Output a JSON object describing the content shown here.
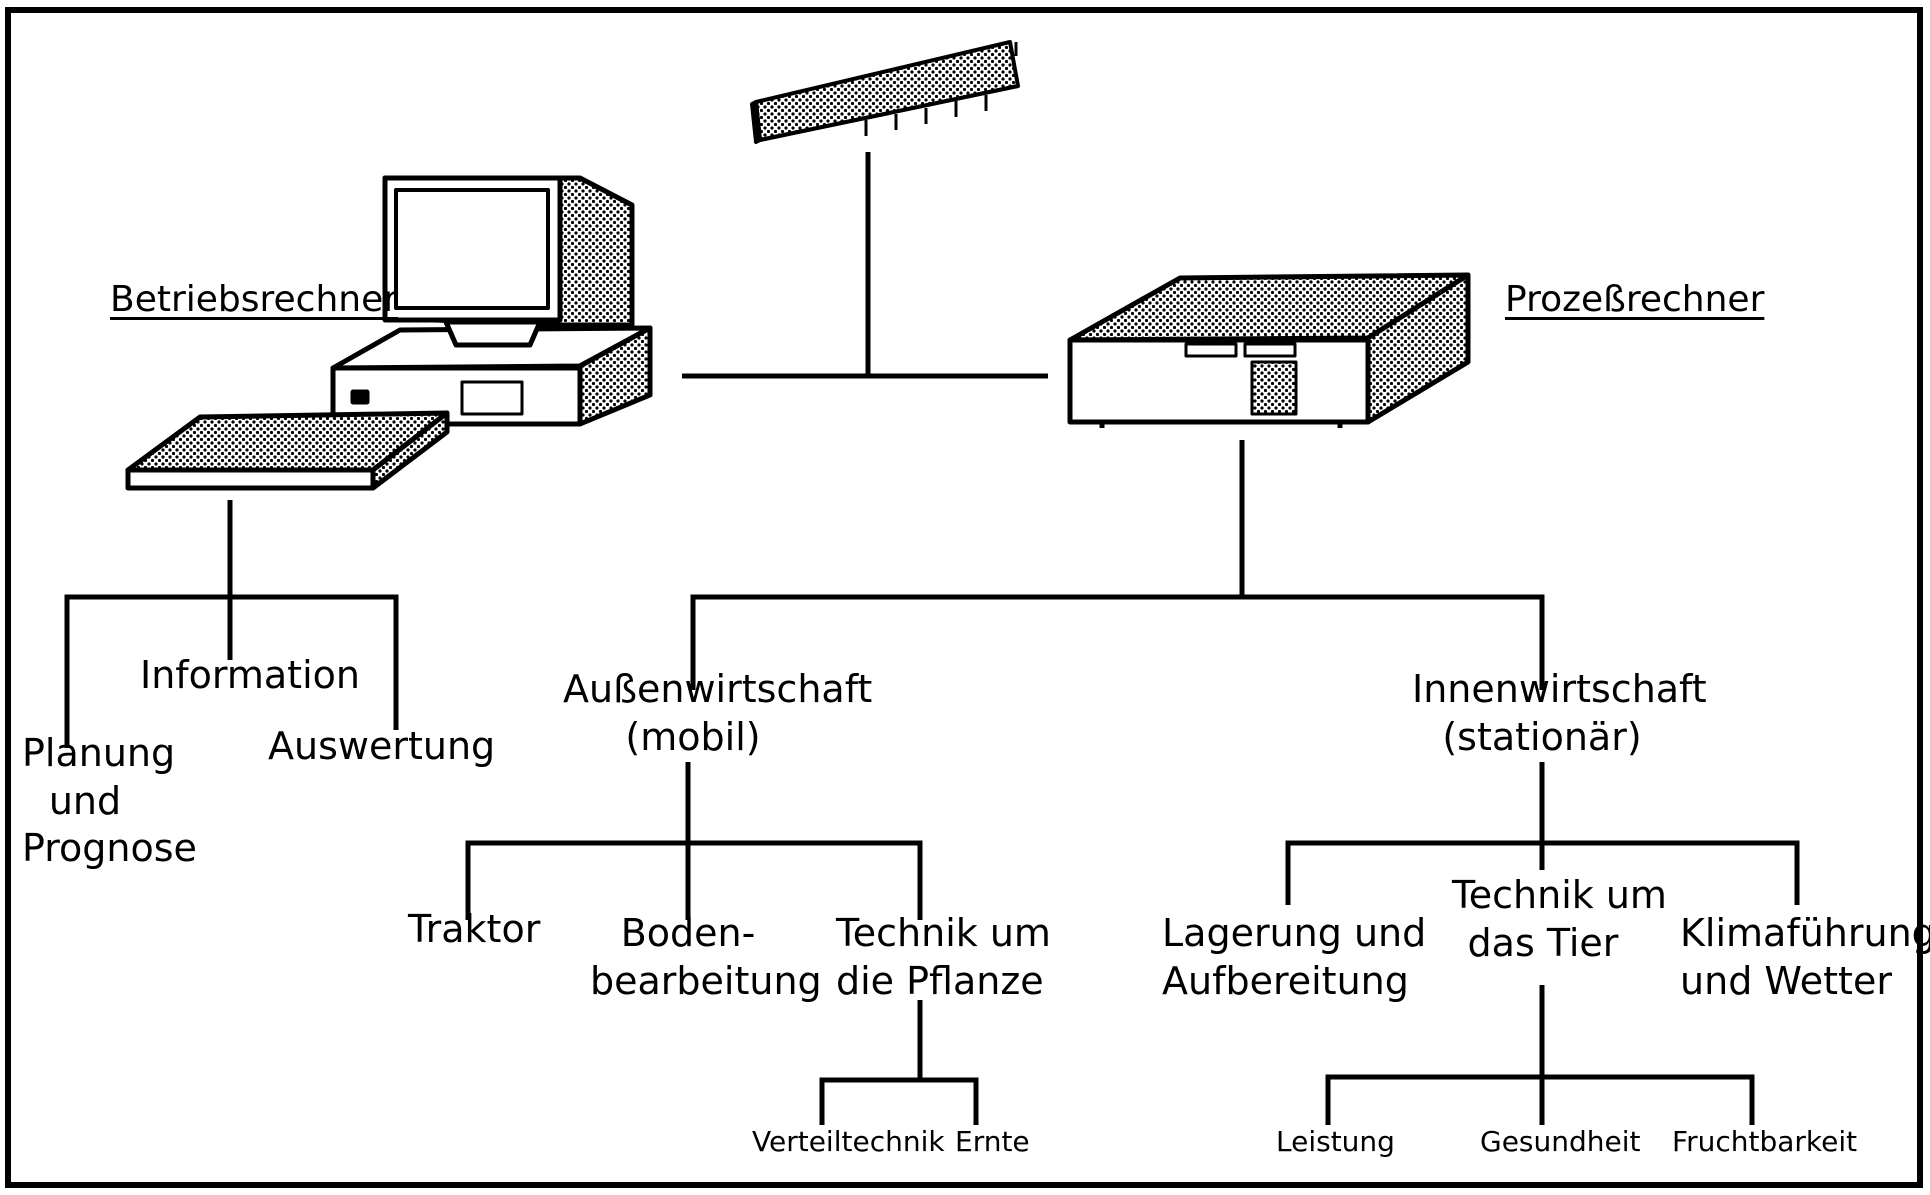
{
  "diagram": {
    "nodes": {
      "betriebsrechner": "Betriebsrechner",
      "prozessrechner": "Prozeßrechner",
      "information": "Information",
      "planung": "Planung\nund\nPrognose",
      "auswertung": "Auswertung",
      "aussenwirtschaft": "Außenwirtschaft\n(mobil)",
      "innenwirtschaft": "Innenwirtschaft\n(stationär)",
      "traktor": "Traktor",
      "bodenbearbeitung": "Boden-\nbearbeitung",
      "technik_pflanze": "Technik um\ndie Pflanze",
      "lagerung": "Lagerung und\nAufbereitung",
      "technik_tier": "Technik um\ndas Tier",
      "klima": "Klimaführung\nund Wetter",
      "verteiltechnik": "Verteiltechnik",
      "ernte": "Ernte",
      "leistung": "Leistung",
      "gesundheit": "Gesundheit",
      "fruchtbarkeit": "Fruchtbarkeit"
    },
    "icons": [
      "desktop-computer-icon",
      "process-computer-icon",
      "network-device-icon"
    ],
    "colors": {
      "ink": "#000000",
      "background": "#ffffff"
    }
  }
}
